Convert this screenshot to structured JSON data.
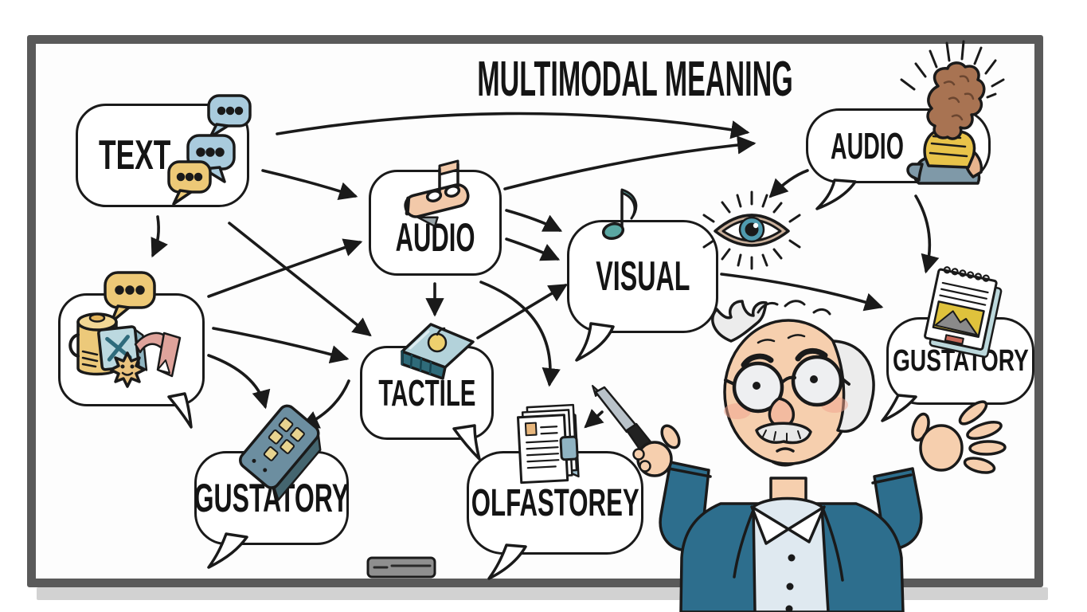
{
  "title": "MULTIMODAL MEANING",
  "bubbles": {
    "text": {
      "label": "TEXT"
    },
    "audio_top": {
      "label": "AUDIO"
    },
    "audio_center": {
      "label": "AUDIO"
    },
    "visual": {
      "label": "VISUAL"
    },
    "tactile": {
      "label": "TACTILE"
    },
    "gustatory_left": {
      "label": "GUSTATORY"
    },
    "olfactory": {
      "label": "OLFASTOREY"
    },
    "gustatory_right": {
      "label": "GUSTATORY"
    }
  },
  "icons": [
    "speech-bubble-icon",
    "music-note-icon",
    "whistle-icon",
    "eye-icon",
    "ramp-icon",
    "remote-icon",
    "notebook-icon",
    "notepad-icon",
    "jar-icon",
    "x-card-icon",
    "star-face-icon",
    "ribbon-icon",
    "listening-person-icon",
    "professor-illustration",
    "board-eraser"
  ],
  "colors": {
    "frame": "#5a5a5a",
    "ink": "#1a1a1a",
    "blue_bubble": "#a9cbdd",
    "yellow_bubble": "#edc977",
    "peach": "#f2c9a9",
    "teal_note": "#5aa7a2",
    "eye_iris": "#4f9aae",
    "wedge_top": "#b3d2da",
    "wedge_side": "#2f6b7a",
    "remote_body": "#6c8ea0",
    "button_yellow": "#e7d38f",
    "jacket": "#2d6e8d",
    "shirt": "#dfe9f0",
    "skin": "#f6cfae",
    "hair_brown": "#a87352",
    "person_shirt_yellow": "#e8c34a",
    "person_pants": "#7f99a8"
  }
}
